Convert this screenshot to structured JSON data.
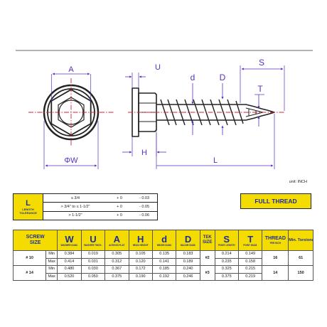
{
  "drawing": {
    "labels": {
      "A": "A",
      "U": "U",
      "d": "d",
      "D": "D",
      "S": "S",
      "T": "T",
      "W": "ΦW",
      "H": "H",
      "L": "L"
    },
    "unit_note": "unit: INCH"
  },
  "tolerance": {
    "letter": "L",
    "sub1": "LENGTH",
    "sub2": "TOLERANCE",
    "rows": [
      {
        "range": "≤ 3/4",
        "plus": "+ 0",
        "minus": "- 0.03"
      },
      {
        "range": "> 3/4\" to ≤ 1-1/2\"",
        "plus": "+ 0",
        "minus": "- 0.05"
      },
      {
        "range": "> 1-1/2\"",
        "plus": "+ 0",
        "minus": "- 0.06"
      }
    ]
  },
  "full_thread": "FULL THREAD",
  "spec": {
    "headers": {
      "screw": "SCREW",
      "size": "SIZE",
      "W": "W",
      "W_sub": "WASHER DIAM.",
      "U": "U",
      "U_sub": "WASHER THICK.",
      "A": "A",
      "A_sub": "ACROSS FLAT",
      "H": "H",
      "H_sub": "HEAD HEIGHT",
      "d": "d",
      "d_sub": "MINOR DIAM.",
      "D": "D",
      "D_sub": "MAJOR DIAM.",
      "tek": "TEK",
      "tek_size": "SIZE",
      "S": "S",
      "S_sub": "POINT LENGTH",
      "T": "T",
      "T_sub": "POINT DIAM.",
      "thread": "THREAD",
      "thread_sub": "PER INCH",
      "torsion": "Min. Torsional Strength Lb/inch"
    },
    "rows": [
      {
        "size": "# 10",
        "tek": "#2",
        "thread": "16",
        "torsion": "61",
        "min": {
          "label": "Min",
          "W": "0.384",
          "U": "0.019",
          "A": "0.305",
          "H": "0.105",
          "d": "0.135",
          "D": "0.183",
          "S": "0.214",
          "T": "0.149"
        },
        "max": {
          "label": "Max",
          "W": "0.414",
          "U": "0.031",
          "A": "0.312",
          "H": "0.120",
          "d": "0.141",
          "D": "0.189",
          "S": "0.235",
          "T": "0.158"
        }
      },
      {
        "size": "# 14",
        "tek": "#3",
        "thread": "14",
        "torsion": "150",
        "min": {
          "label": "Min",
          "W": "0.480",
          "U": "0.030",
          "A": "0.367",
          "H": "0.172",
          "d": "0.185",
          "D": "0.240",
          "S": "0.325",
          "T": "0.215"
        },
        "max": {
          "label": "Max",
          "W": "0.520",
          "U": "0.050",
          "A": "0.375",
          "H": "0.190",
          "d": "0.192",
          "D": "0.246",
          "S": "0.375",
          "T": "0.219"
        }
      }
    ]
  },
  "colors": {
    "accent_yellow": "#f4dc00",
    "label_blue": "#1e2e9a",
    "dimension_purple": "#5a2fc0",
    "centerline_red": "#d4213a"
  }
}
